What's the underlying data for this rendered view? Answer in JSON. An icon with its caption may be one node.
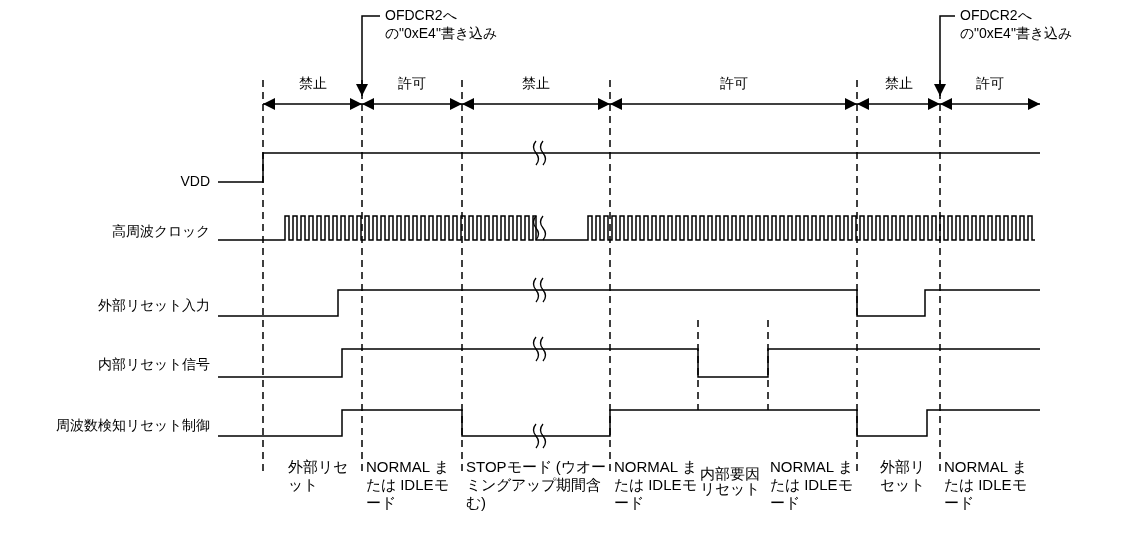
{
  "diagram": {
    "nodes": [
      {
        "text": [
          "OFDCR2への\"0xE4\"書き込み"
        ]
      },
      {
        "text": [
          "OFDCR2への\"0xE4\"書き込み"
        ]
      }
    ],
    "edges": [
      {
        "from": 0,
        "to": null,
        "arrow": "to"
      },
      {
        "from": 1,
        "to": null,
        "arrow": "to"
      }
    ],
    "labels": [
      "禁止",
      "許可",
      "禁止",
      "許可",
      "禁止",
      "許可",
      "VDD",
      "高周波クロック",
      "外部リセット入力",
      "内部リセット信号",
      "周波数検知リセット制御",
      "外部リセット",
      "NORMAL または IDLEモード",
      "STOPモード (ウオーミングアップ期間含む)",
      "NORMAL または IDLEモード",
      "内部要因リセット",
      "NORMAL または IDLEモード",
      "外部リセット",
      "NORMAL または IDLEモード"
    ]
  }
}
